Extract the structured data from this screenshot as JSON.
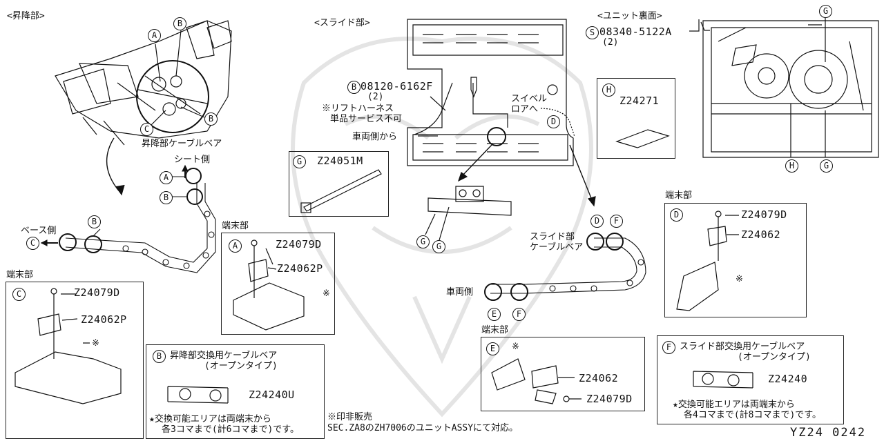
{
  "sections": {
    "lift": "<昇降部>",
    "slide": "<スライド部>",
    "unit_back": "<ユニット裏面>"
  },
  "lift": {
    "cable_label": "昇降部ケーブルベア",
    "seat_side": "シート側",
    "base_side": "ベース側"
  },
  "slide": {
    "bolt_part": "08120-6162F",
    "bolt_qty": "(2)",
    "harness_note_1": "※リフトハーネス",
    "harness_note_2": "単品サービス不可",
    "swivel_1": "スイベル",
    "swivel_2": "ロアへ",
    "vehicle_from": "車両側から",
    "cable_1": "スライド部",
    "cable_2": "ケーブルベア",
    "vehicle_side": "車両側"
  },
  "unit": {
    "screw_part": "08340-5122A",
    "screw_qty": "(2)"
  },
  "letters": {
    "A": "A",
    "B": "B",
    "C": "C",
    "D": "D",
    "E": "E",
    "F": "F",
    "G": "G",
    "H": "H",
    "S": "S"
  },
  "terminal": "端末部",
  "box_G": {
    "part": "Z24051M"
  },
  "box_H": {
    "part": "Z24271"
  },
  "box_A": {
    "p1": "Z24079D",
    "p2": "Z24062P"
  },
  "box_C": {
    "p1": "Z24079D",
    "p2": "Z24062P"
  },
  "box_D": {
    "p1": "Z24079D",
    "p2": "Z24062"
  },
  "box_E": {
    "p1": "Z24062",
    "p2": "Z24079D"
  },
  "box_B": {
    "title": "昇降部交換用ケーブルベア",
    "subtitle": "(オープンタイプ)",
    "part": "Z24240U",
    "note1": "★交換可能エリアは両端末から",
    "note2": "各3コマまで(計6コマまで)です。"
  },
  "box_F": {
    "title": "スライド部交換用ケーブルベア",
    "subtitle": "(オープンタイプ)",
    "part": "Z24240",
    "note1": "★交換可能エリアは両端末から",
    "note2": "各4コマまで(計8コマまで)です。"
  },
  "nonsale": {
    "line1": "※印非販売",
    "line2": "SEC.ZA8のZH7006のユニットASSYにて対応。"
  },
  "asterisk": "※",
  "footer_code": "YZ24 0242",
  "colors": {
    "ink": "#111111",
    "paper": "#ffffff",
    "watermark": "#e6e6e6"
  }
}
